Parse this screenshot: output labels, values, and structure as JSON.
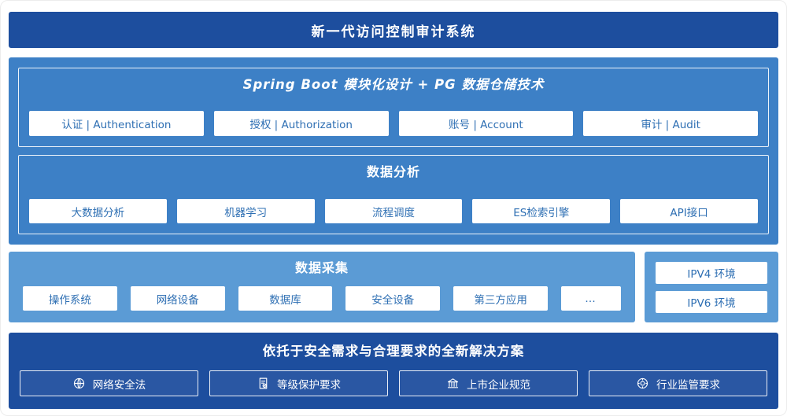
{
  "colors": {
    "navy": "#1d4e9e",
    "mid_blue": "#3d80c6",
    "light_blue": "#5b9bd5",
    "text_blue": "#2e6fb3",
    "solution_box": "#2a57a3",
    "page_bg": "#ffffff"
  },
  "header": {
    "title": "新一代访问控制审计系统"
  },
  "platform": {
    "modules": {
      "title": "Spring Boot 模块化设计 + PG 数据仓储技术",
      "items": {
        "0": "认证 | Authentication",
        "1": "授权 | Authorization",
        "2": "账号 | Account",
        "3": "审计 | Audit"
      }
    },
    "analysis": {
      "title": "数据分析",
      "items": {
        "0": "大数据分析",
        "1": "机器学习",
        "2": "流程调度",
        "3": "ES检索引擎",
        "4": "API接口"
      }
    }
  },
  "collection": {
    "title": "数据采集",
    "items": {
      "0": "操作系统",
      "1": "网络设备",
      "2": "数据库",
      "3": "安全设备",
      "4": "第三方应用",
      "5": "…"
    }
  },
  "environments": {
    "items": {
      "0": "IPV4 环境",
      "1": "IPV6 环境"
    }
  },
  "solution": {
    "title": "依托于安全需求与合理要求的全新解决方案",
    "items": {
      "0": {
        "icon": "globe-icon",
        "label": "网络安全法"
      },
      "1": {
        "icon": "certificate-icon",
        "label": "等级保护要求"
      },
      "2": {
        "icon": "bank-icon",
        "label": "上市企业规范"
      },
      "3": {
        "icon": "supervision-icon",
        "label": "行业监管要求"
      }
    }
  }
}
